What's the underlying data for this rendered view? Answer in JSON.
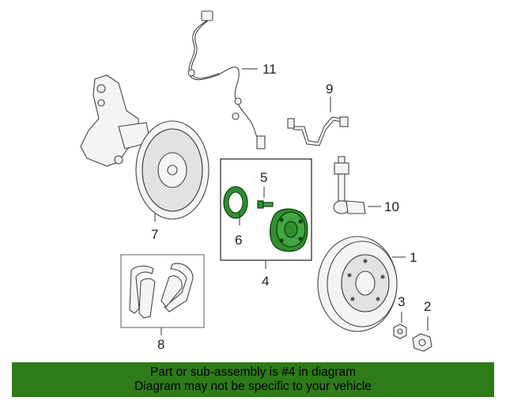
{
  "callouts": {
    "c1": "1",
    "c2": "2",
    "c3": "3",
    "c4": "4",
    "c5": "5",
    "c6": "6",
    "c7": "7",
    "c8": "8",
    "c9": "9",
    "c10": "10",
    "c11": "11"
  },
  "banner": {
    "line1": "Part or sub-assembly is #4 in diagram",
    "line2": "Diagram may not be specific to your vehicle"
  },
  "colors": {
    "banner": "#2e7b19",
    "highlight": "#2f8f2f"
  }
}
